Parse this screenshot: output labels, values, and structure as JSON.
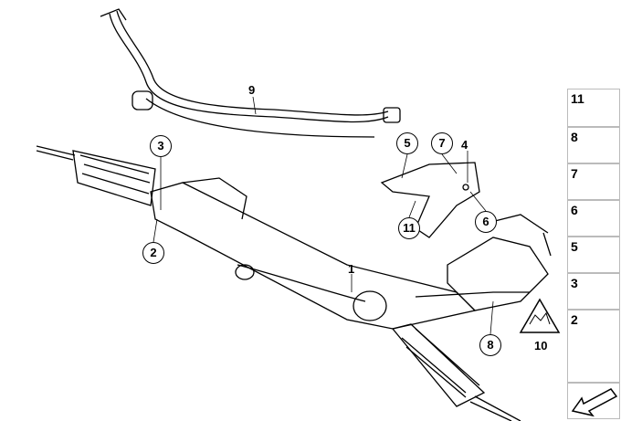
{
  "callouts": {
    "c1": "1",
    "c2": "2",
    "c3": "3",
    "c4": "4",
    "c5": "5",
    "c6": "6",
    "c7": "7",
    "c8": "8",
    "c9": "9",
    "c10": "10",
    "c11": "11"
  },
  "legend": {
    "items": [
      {
        "label": "11",
        "icon": "screw-icon"
      },
      {
        "label": "8",
        "icon": "clip-nut-icon"
      },
      {
        "label": "7",
        "icon": "hex-nut-icon"
      },
      {
        "label": "6",
        "icon": "sleeve-icon"
      },
      {
        "label": "5",
        "icon": "flange-bolt-icon"
      },
      {
        "label": "3",
        "icon": "flange-nut-icon"
      },
      {
        "label": "2",
        "icon": "long-bolt-icon"
      }
    ]
  }
}
